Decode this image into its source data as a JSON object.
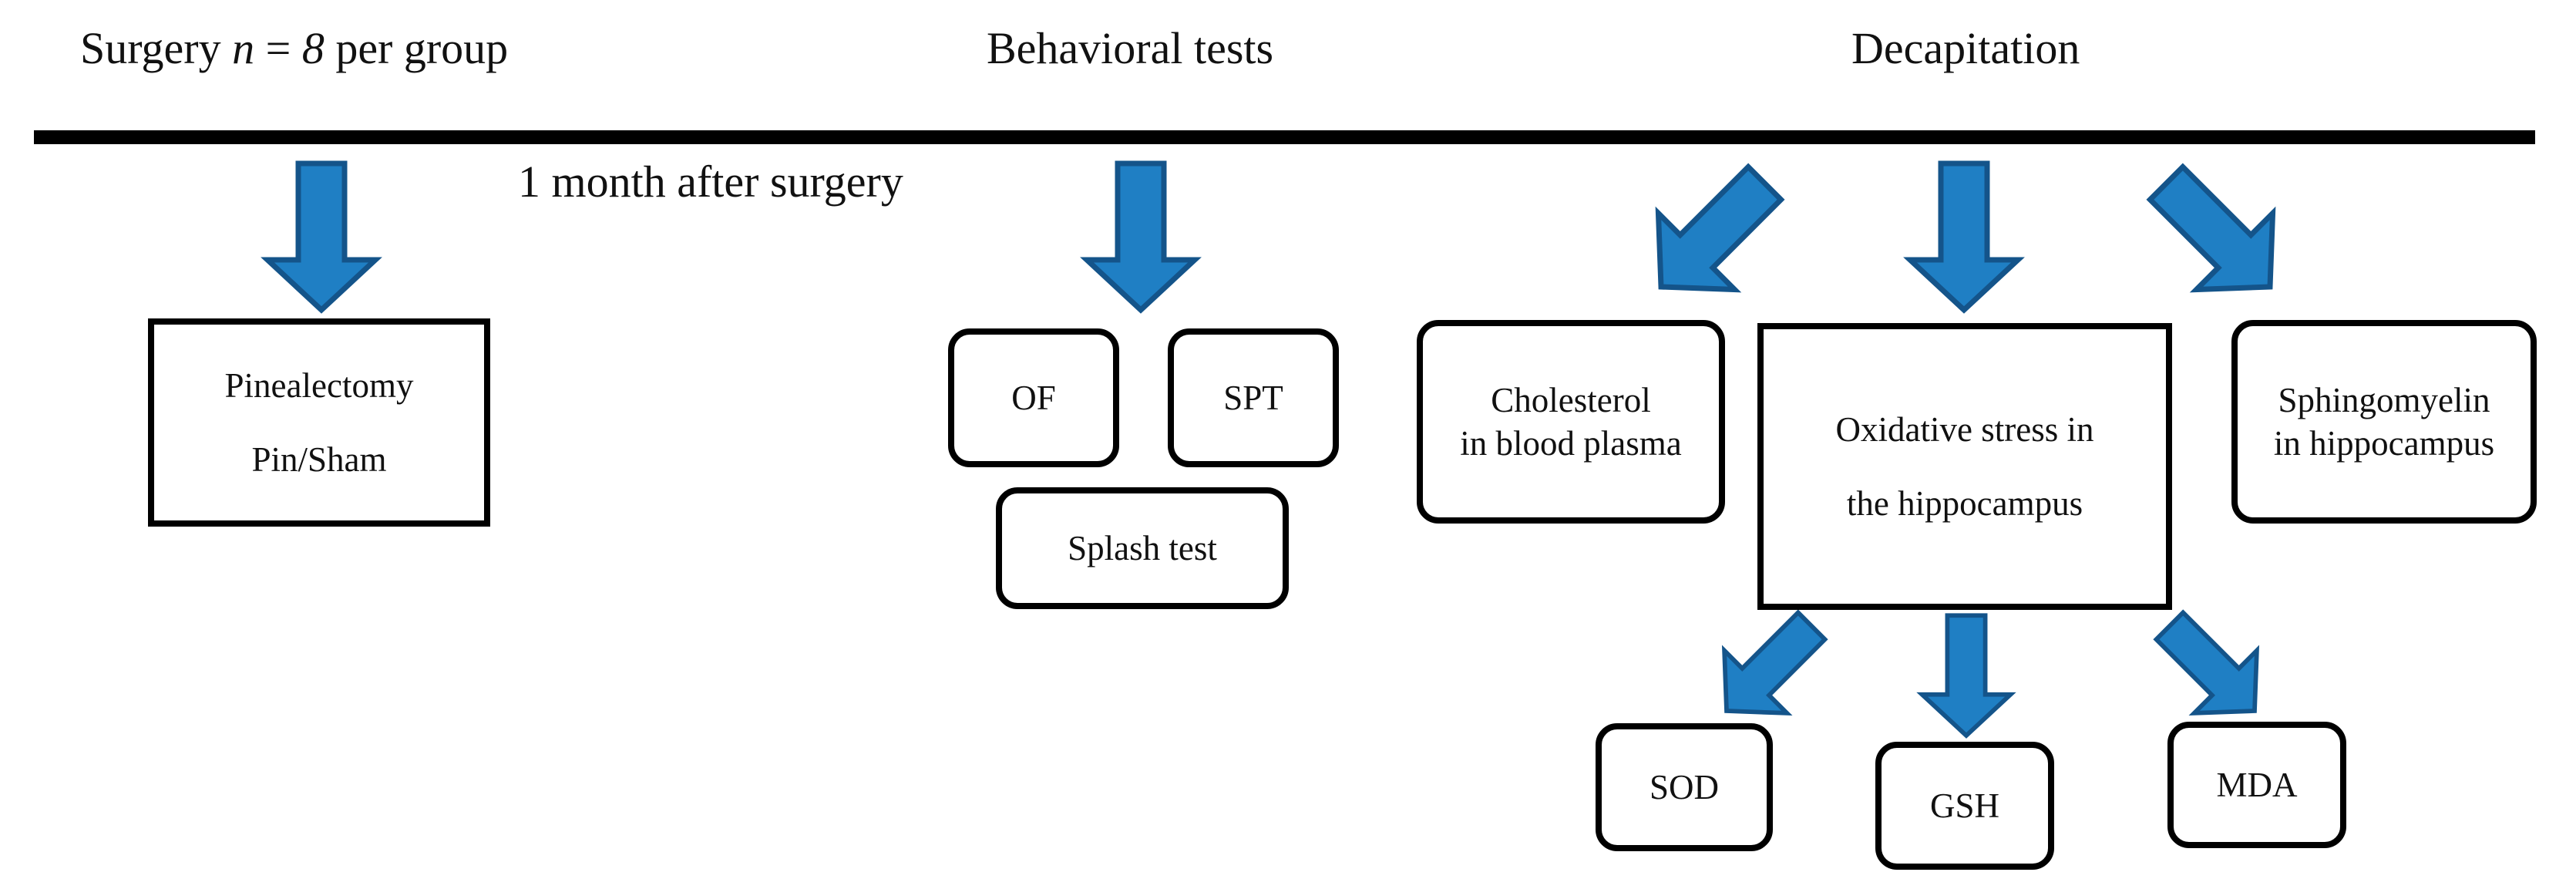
{
  "timeline": {
    "surgery": {
      "prefix": "Surgery ",
      "n_italic": "n",
      "eq": " = ",
      "value_italic": "8",
      "suffix": " per group"
    },
    "behavioral": "Behavioral tests",
    "decapitation": "Decapitation",
    "interval": "1 month after surgery"
  },
  "boxes": {
    "pinealectomy": {
      "line1": "Pinealectomy",
      "line2": "Pin/Sham"
    },
    "of": "OF",
    "spt": "SPT",
    "splash": "Splash test",
    "cholesterol": {
      "line1": "Cholesterol",
      "line2": "in blood plasma"
    },
    "oxidative": {
      "line1": "Oxidative stress in",
      "line2": "the hippocampus"
    },
    "sphingomyelin": {
      "line1": "Sphingomyelin",
      "line2": "in hippocampus"
    },
    "sod": "SOD",
    "gsh": "GSH",
    "mda": "MDA"
  },
  "colors": {
    "arrow_fill": "#1f7fc4",
    "arrow_stroke": "#14548a",
    "box_border": "#000000"
  }
}
